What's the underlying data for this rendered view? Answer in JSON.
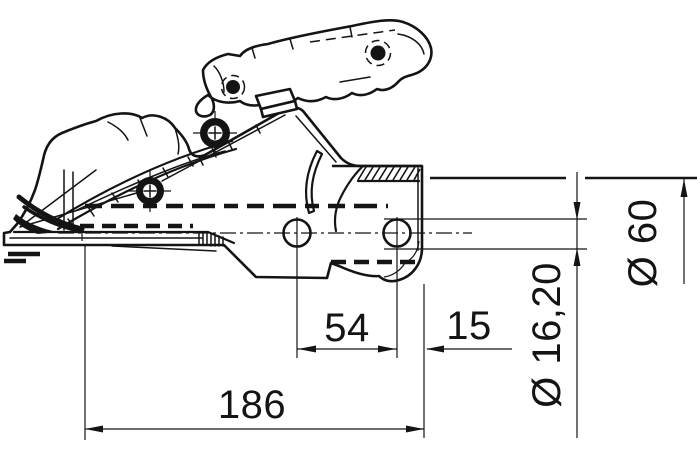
{
  "page": {
    "background": "#ffffff"
  },
  "drawing": {
    "name": "trailer-coupling-side-view",
    "line_color": "#141414",
    "dimensions": {
      "overall_length": "186",
      "hole_spacing": "54",
      "end_offset": "15",
      "hole_diameter": "Ø 16,20",
      "tube_diameter": "Ø 60"
    }
  }
}
